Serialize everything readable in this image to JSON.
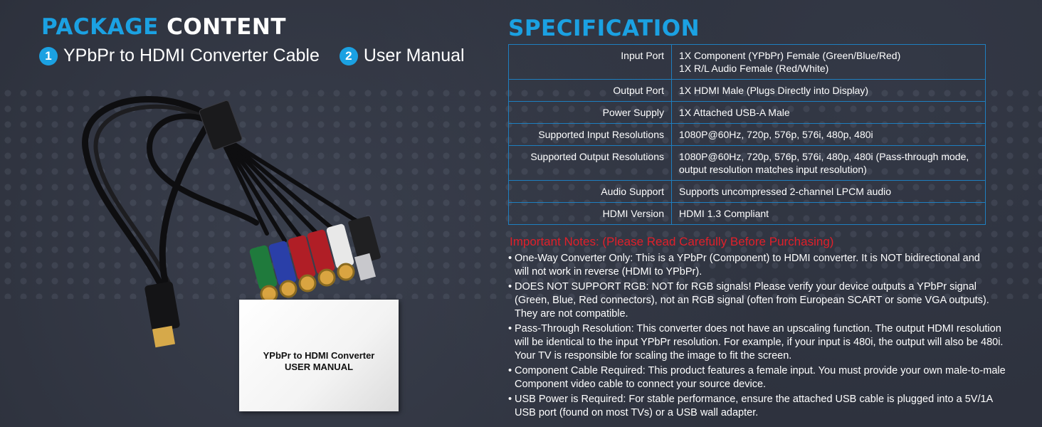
{
  "package": {
    "title_part1": "PACKAGE",
    "title_part2": "CONTENT",
    "items": [
      {
        "num": "1",
        "label": "YPbPr to HDMI Converter Cable"
      },
      {
        "num": "2",
        "label": "User Manual"
      }
    ]
  },
  "manual": {
    "line1": "YPbPr to HDMI Converter",
    "line2": "USER MANUAL"
  },
  "spec": {
    "title": "SPECIFICATION",
    "rows": [
      {
        "key": "Input Port",
        "value_lines": [
          "1X Component (YPbPr) Female (Green/Blue/Red)",
          "1X R/L Audio Female (Red/White)"
        ]
      },
      {
        "key": "Output Port",
        "value_lines": [
          "1X HDMI Male (Plugs Directly into Display)"
        ]
      },
      {
        "key": "Power Supply",
        "value_lines": [
          "1X Attached USB-A Male"
        ]
      },
      {
        "key": "Supported Input Resolutions",
        "value_lines": [
          "1080P@60Hz, 720p, 576p, 576i, 480p, 480i"
        ]
      },
      {
        "key": "Supported Output Resolutions",
        "value_lines": [
          "1080P@60Hz, 720p, 576p, 576i, 480p, 480i (Pass-through mode,",
          "output resolution matches input resolution)"
        ]
      },
      {
        "key": "Audio Support",
        "value_lines": [
          "Supports uncompressed 2-channel LPCM audio"
        ]
      },
      {
        "key": "HDMI Version",
        "value_lines": [
          "HDMI 1.3 Compliant"
        ]
      }
    ]
  },
  "notes": {
    "title": "Important Notes: (Please Read Carefully Before Purchasing)",
    "items": [
      [
        "One-Way Converter Only: This is a YPbPr (Component) to HDMI converter. It is NOT bidirectional and",
        "will not work in reverse (HDMI to YPbPr)."
      ],
      [
        "DOES NOT SUPPORT RGB: NOT for RGB signals! Please verify your device outputs a YPbPr signal",
        "(Green, Blue, Red connectors), not an RGB signal (often from European SCART or some VGA outputs).",
        "They are not compatible."
      ],
      [
        "Pass-Through Resolution: This converter does not have an upscaling function. The output HDMI resolution",
        "will be identical to the input YPbPr resolution. For example, if your input is 480i, the output will also be 480i.",
        "Your TV is responsible for scaling the image to fit the screen."
      ],
      [
        "Component Cable Required: This product features a female input. You must provide your own male-to-male",
        "Component video cable to connect your source device."
      ],
      [
        "USB Power is Required: For stable performance, ensure the attached USB cable is plugged into a 5V/1A",
        "USB port (found on most TVs) or a USB wall adapter."
      ]
    ]
  },
  "colors": {
    "accent": "#1ba1e2",
    "warning": "#e0202a",
    "background": "#2b2f3a",
    "table_border": "#1e7fc0"
  }
}
